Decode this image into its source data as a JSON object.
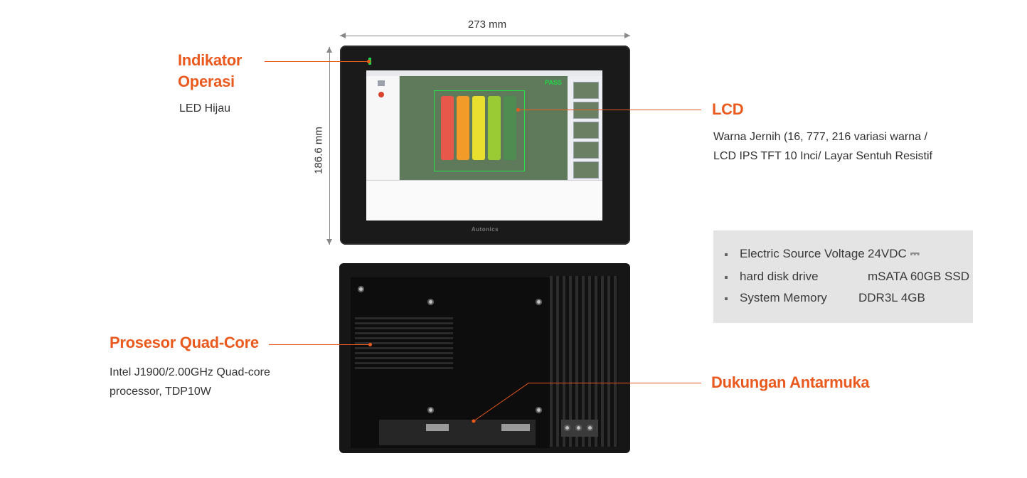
{
  "dimensions": {
    "width_label": "273 mm",
    "height_label": "186.6 mm"
  },
  "callouts": {
    "operation_indicator": {
      "title_line1": "Indikator",
      "title_line2": "Operasi",
      "text": "LED Hijau"
    },
    "lcd": {
      "title": "LCD",
      "text_line1": "Warna Jernih (16, 777, 216 variasi warna /",
      "text_line2": "LCD IPS TFT 10 Inci/ Layar Sentuh Resistif"
    },
    "processor": {
      "title": "Prosesor Quad-Core",
      "text_line1": "Intel J1900/2.00GHz Quad-core",
      "text_line2": "processor, TDP10W"
    },
    "interface": {
      "title": "Dukungan Antarmuka"
    }
  },
  "device": {
    "brand": "Autonics",
    "screen_status": "PASS",
    "led_color": "#1fd64b"
  },
  "specs": [
    {
      "key": "Electric Source Voltage",
      "value": "24VDC ⎓"
    },
    {
      "key": "hard disk drive",
      "value": "mSATA 60GB SSD"
    },
    {
      "key": "System Memory",
      "value": "DDR3L 4GB"
    }
  ],
  "colors": {
    "accent": "#ea5a1e",
    "spec_bg": "#e4e4e4"
  }
}
